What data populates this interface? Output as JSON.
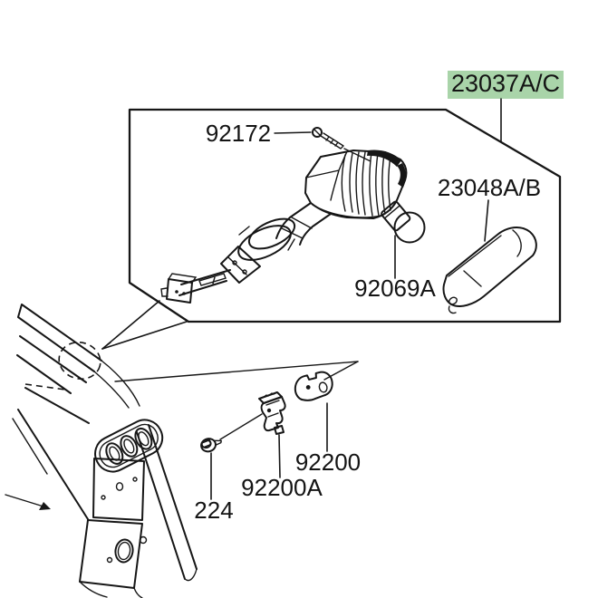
{
  "diagram": {
    "type": "exploded-parts-diagram",
    "subject": "rear turn signal assembly",
    "background_color": "#ffffff",
    "line_color": "#161616",
    "highlight_color": "#a9d4a9",
    "parts": [
      {
        "label": "23037A/C",
        "highlighted": true
      },
      {
        "label": "92172",
        "highlighted": false
      },
      {
        "label": "23048A/B",
        "highlighted": false
      },
      {
        "label": "92069A",
        "highlighted": false
      },
      {
        "label": "92200",
        "highlighted": false
      },
      {
        "label": "92200A",
        "highlighted": false
      },
      {
        "label": "224",
        "highlighted": false
      }
    ]
  }
}
